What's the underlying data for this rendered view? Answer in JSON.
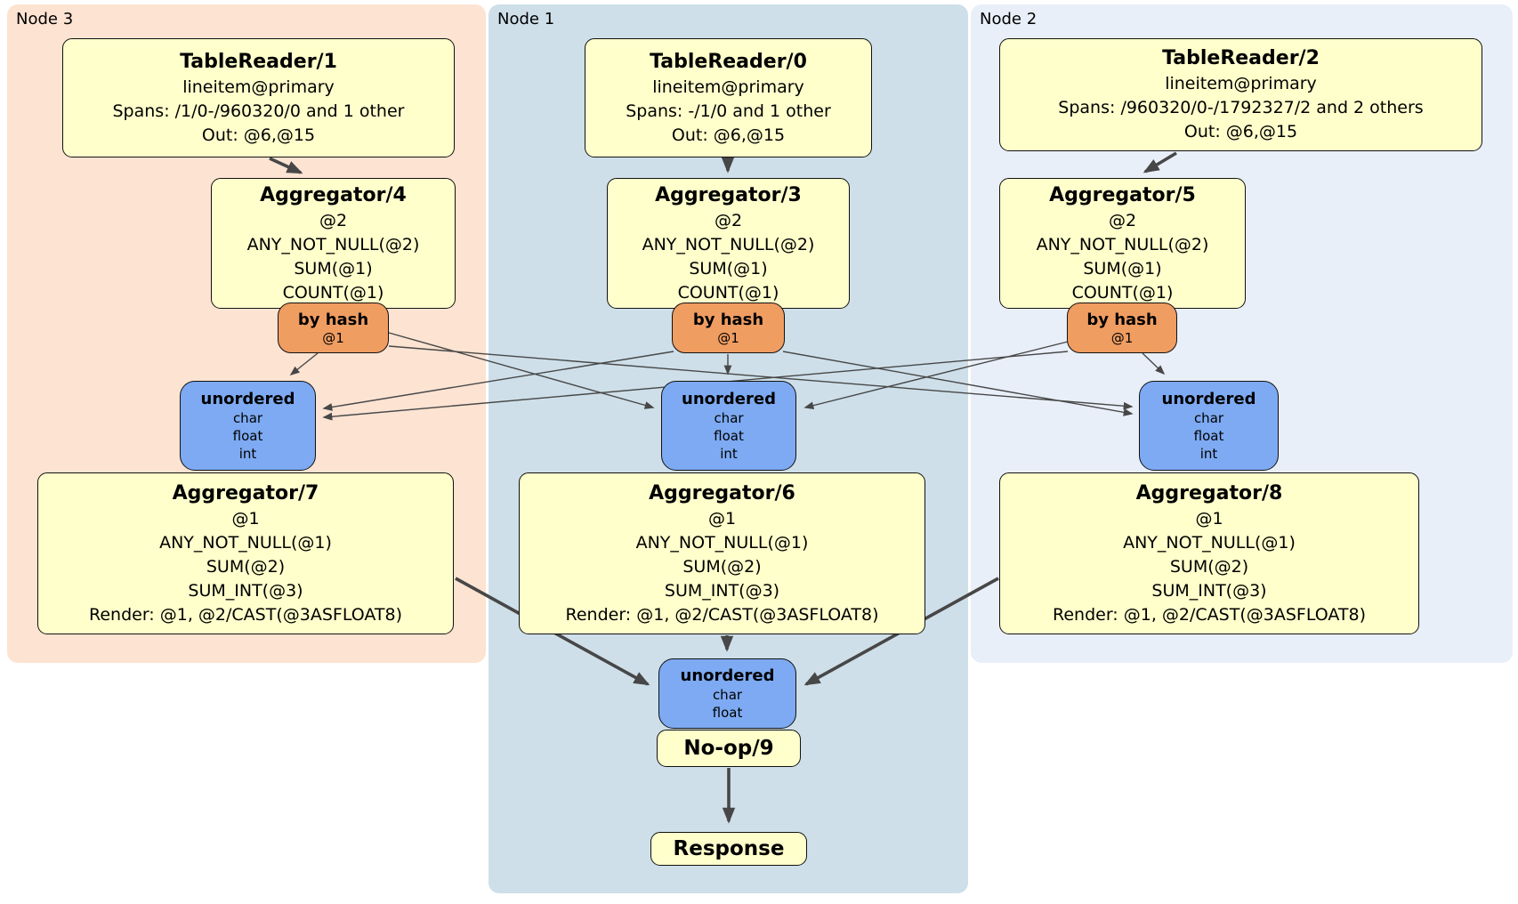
{
  "regions": [
    {
      "label": "Node 3"
    },
    {
      "label": "Node 1"
    },
    {
      "label": "Node 2"
    }
  ],
  "processors": {
    "tr1": {
      "title": "TableReader/1",
      "lines": [
        "lineitem@primary",
        "Spans: /1/0-/960320/0 and 1 other",
        "Out: @6,@15"
      ]
    },
    "tr0": {
      "title": "TableReader/0",
      "lines": [
        "lineitem@primary",
        "Spans: -/1/0 and 1 other",
        "Out: @6,@15"
      ]
    },
    "tr2": {
      "title": "TableReader/2",
      "lines": [
        "lineitem@primary",
        "Spans: /960320/0-/1792327/2 and 2 others",
        "Out: @6,@15"
      ]
    },
    "agg4": {
      "title": "Aggregator/4",
      "lines": [
        "@2",
        "ANY_NOT_NULL(@2)",
        "SUM(@1)",
        "COUNT(@1)"
      ]
    },
    "agg3": {
      "title": "Aggregator/3",
      "lines": [
        "@2",
        "ANY_NOT_NULL(@2)",
        "SUM(@1)",
        "COUNT(@1)"
      ]
    },
    "agg5": {
      "title": "Aggregator/5",
      "lines": [
        "@2",
        "ANY_NOT_NULL(@2)",
        "SUM(@1)",
        "COUNT(@1)"
      ]
    },
    "agg7": {
      "title": "Aggregator/7",
      "lines": [
        "@1",
        "ANY_NOT_NULL(@1)",
        "SUM(@2)",
        "SUM_INT(@3)",
        "Render: @1, @2/CAST(@3ASFLOAT8)"
      ]
    },
    "agg6": {
      "title": "Aggregator/6",
      "lines": [
        "@1",
        "ANY_NOT_NULL(@1)",
        "SUM(@2)",
        "SUM_INT(@3)",
        "Render: @1, @2/CAST(@3ASFLOAT8)"
      ]
    },
    "agg8": {
      "title": "Aggregator/8",
      "lines": [
        "@1",
        "ANY_NOT_NULL(@1)",
        "SUM(@2)",
        "SUM_INT(@3)",
        "Render: @1, @2/CAST(@3ASFLOAT8)"
      ]
    },
    "noop": {
      "title": "No-op/9"
    },
    "response": {
      "title": "Response"
    }
  },
  "routers": {
    "h4": {
      "title": "by hash",
      "detail": "@1"
    },
    "h3": {
      "title": "by hash",
      "detail": "@1"
    },
    "h5": {
      "title": "by hash",
      "detail": "@1"
    }
  },
  "syncs": {
    "u7": {
      "title": "unordered",
      "items": [
        "char",
        "float",
        "int"
      ]
    },
    "u6": {
      "title": "unordered",
      "items": [
        "char",
        "float",
        "int"
      ]
    },
    "u8": {
      "title": "unordered",
      "items": [
        "char",
        "float",
        "int"
      ]
    },
    "ub": {
      "title": "unordered",
      "items": [
        "char",
        "float"
      ]
    }
  },
  "colors": {
    "node3_bg": "#fce3d2",
    "node1_bg": "#cedfe9",
    "node2_bg": "#e9eff9",
    "processor_fill": "#ffffcc",
    "router_fill": "#f09d62",
    "sync_fill": "#7daaf2",
    "edge": "#474747",
    "border": "#111111"
  }
}
